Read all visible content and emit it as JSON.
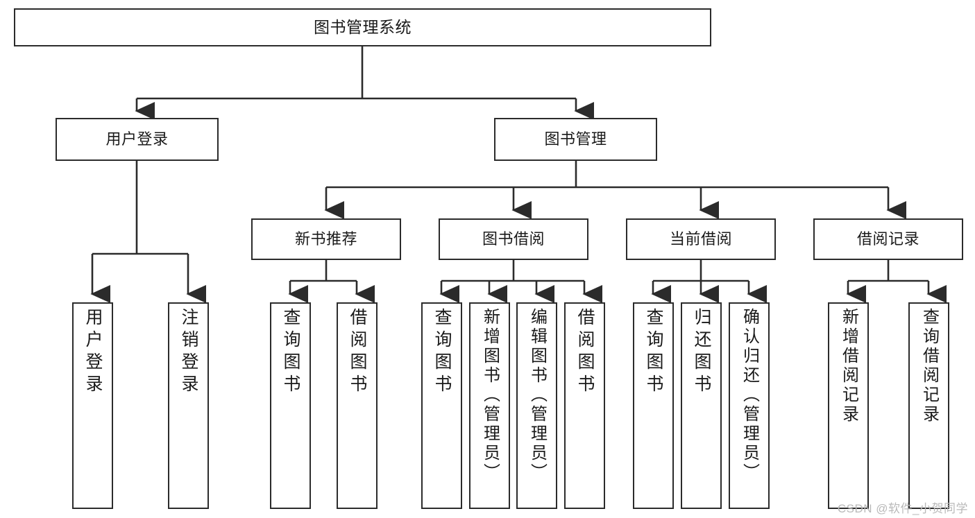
{
  "diagram": {
    "title": "图书管理系统",
    "watermark": "CSDN @软件_小贺同学",
    "root": {
      "label": "图书管理系统"
    },
    "level2": [
      {
        "label": "用户登录"
      },
      {
        "label": "图书管理"
      }
    ],
    "level3": [
      {
        "label": "新书推荐"
      },
      {
        "label": "图书借阅"
      },
      {
        "label": "当前借阅"
      },
      {
        "label": "借阅记录"
      }
    ],
    "leaves": {
      "user_login": [
        {
          "label": "用户登录"
        },
        {
          "label": "注销登录"
        }
      ],
      "new_book_recommend": [
        {
          "label": "查询图书"
        },
        {
          "label": "借阅图书"
        }
      ],
      "book_borrow": [
        {
          "label": "查询图书"
        },
        {
          "label": "新增图书（管理员）"
        },
        {
          "label": "编辑图书（管理员）"
        },
        {
          "label": "借阅图书"
        }
      ],
      "current_borrow": [
        {
          "label": "查询图书"
        },
        {
          "label": "归还图书"
        },
        {
          "label": "确认归还（管理员）"
        }
      ],
      "borrow_record": [
        {
          "label": "新增借阅记录"
        },
        {
          "label": "查询借阅记录"
        }
      ]
    },
    "colors": {
      "stroke": "#2b2b2b",
      "background": "#ffffff",
      "text": "#1a1a1a",
      "watermark": "#b9b9b9"
    }
  }
}
